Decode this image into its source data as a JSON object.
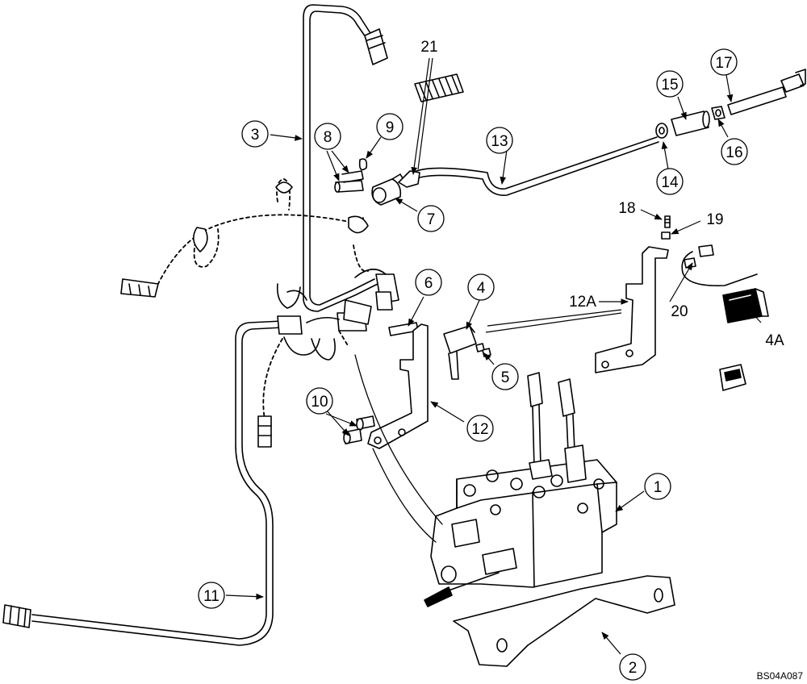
{
  "figure_ref": "BS04A087",
  "callouts": [
    {
      "id": "c1",
      "label": "1"
    },
    {
      "id": "c2",
      "label": "2"
    },
    {
      "id": "c3",
      "label": "3"
    },
    {
      "id": "c4",
      "label": "4"
    },
    {
      "id": "c4a",
      "label": "4A"
    },
    {
      "id": "c5",
      "label": "5"
    },
    {
      "id": "c6",
      "label": "6"
    },
    {
      "id": "c7",
      "label": "7"
    },
    {
      "id": "c8",
      "label": "8"
    },
    {
      "id": "c9",
      "label": "9"
    },
    {
      "id": "c10",
      "label": "10"
    },
    {
      "id": "c11",
      "label": "11"
    },
    {
      "id": "c12",
      "label": "12"
    },
    {
      "id": "c12a",
      "label": "12A"
    },
    {
      "id": "c13",
      "label": "13"
    },
    {
      "id": "c14",
      "label": "14"
    },
    {
      "id": "c15",
      "label": "15"
    },
    {
      "id": "c16",
      "label": "16"
    },
    {
      "id": "c17",
      "label": "17"
    },
    {
      "id": "c18",
      "label": "18"
    },
    {
      "id": "c19",
      "label": "19"
    },
    {
      "id": "c20",
      "label": "20"
    },
    {
      "id": "c21",
      "label": "21"
    }
  ]
}
